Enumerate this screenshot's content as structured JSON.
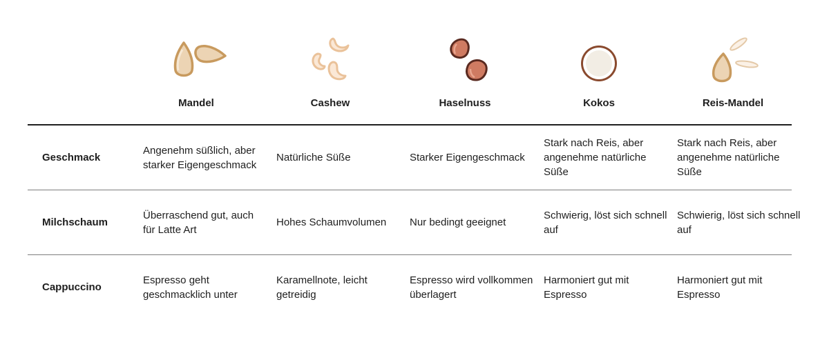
{
  "columns": [
    {
      "name": "Mandel",
      "icon": "almond-icon"
    },
    {
      "name": "Cashew",
      "icon": "cashew-icon"
    },
    {
      "name": "Haselnuss",
      "icon": "hazelnut-icon"
    },
    {
      "name": "Kokos",
      "icon": "coconut-icon"
    },
    {
      "name": "Reis-Mandel",
      "icon": "rice-almond-icon"
    }
  ],
  "rows": [
    {
      "label": "Geschmack",
      "cells": [
        "Angenehm süßlich, aber starker Eigengeschmack",
        "Natürliche Süße",
        "Starker Eigengeschmack",
        "Stark nach Reis, aber angenehme natürliche Süße",
        "Stark nach Reis, aber angenehme natürliche Süße"
      ]
    },
    {
      "label": "Milchschaum",
      "cells": [
        "Überraschend gut, auch für Latte Art",
        "Hohes Schaumvolumen",
        "Nur bedingt geeignet",
        "Schwierig, löst sich schnell auf",
        "Schwierig, löst sich schnell auf"
      ]
    },
    {
      "label": "Cappuccino",
      "cells": [
        "Espresso geht geschmacklich unter",
        "Karamellnote, leicht getreidig",
        "Espresso wird vollkommen überlagert",
        "Harmoniert gut mit Espresso",
        "Harmoniert gut mit Espresso"
      ]
    }
  ],
  "colors": {
    "almond_fill": "#ecd4b4",
    "almond_stroke": "#c89a5e",
    "cashew_fill": "#fbe8d6",
    "cashew_stroke": "#eac29a",
    "hazelnut_fill": "#cf7b62",
    "hazelnut_stroke": "#5a2a20",
    "coconut_shell": "#8a4a2e",
    "coconut_flesh": "#f2ede4"
  }
}
